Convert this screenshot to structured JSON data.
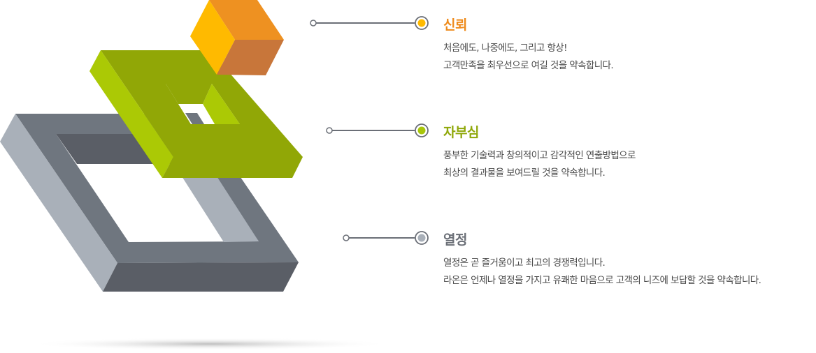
{
  "colors": {
    "orange": "#ee8a1a",
    "green": "#8fa80a",
    "gray": "#6b6f77"
  },
  "sections": [
    {
      "title": "신뢰",
      "lines": [
        "처음에도, 나중에도, 그리고 항상!",
        "고객만족을 최우선으로 여길 것을 약속합니다."
      ],
      "color": "#ee8a1a",
      "dot": "#ffba00"
    },
    {
      "title": "자부심",
      "lines": [
        "풍부한 기술력과 창의적이고 감각적인 연출방법으로",
        "최상의 결과물을 보여드릴 것을 약속합니다."
      ],
      "color": "#8fa80a",
      "dot": "#a8c60a"
    },
    {
      "title": "열정",
      "lines": [
        "열정은 곧 즐거움이고 최고의 경쟁력입니다.",
        "라온은 언제나 열정을 가지고 유쾌한 마음으로 고객의 니즈에 보답할 것을 약속합니다."
      ],
      "color": "#6b6f77",
      "dot": "#a9b0b9"
    }
  ]
}
